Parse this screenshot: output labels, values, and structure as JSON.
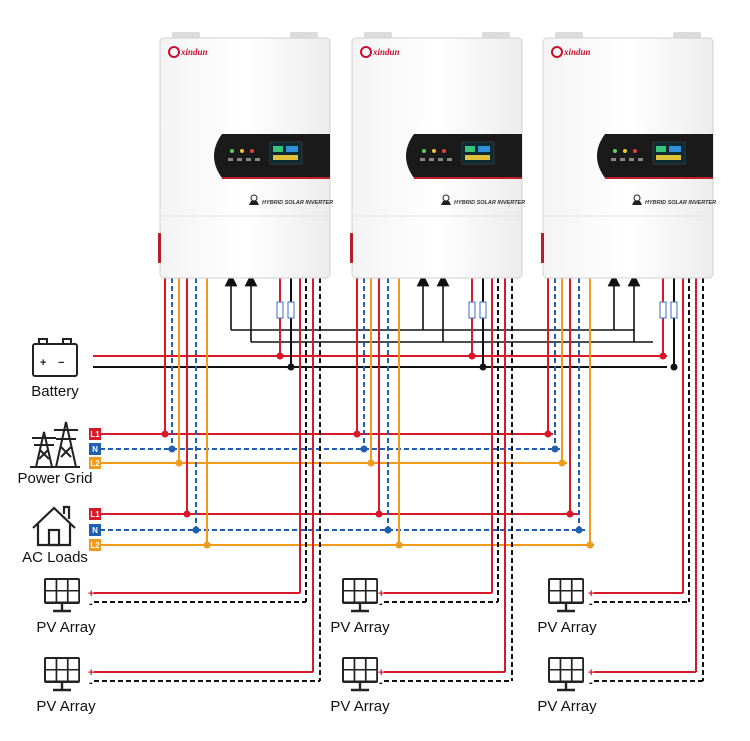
{
  "inverter": {
    "brand": "xindun",
    "model_text": "HYBRID SOLAR INVERTER",
    "count": 3
  },
  "sources": {
    "battery": {
      "label": "Battery",
      "icon": "battery-icon"
    },
    "grid": {
      "label": "Power Grid",
      "icon": "power-tower-icon"
    },
    "loads": {
      "label": "AC Loads",
      "icon": "house-icon"
    },
    "pv_label": "PV Array",
    "pv_icon": "solar-panel-icon"
  },
  "line_tags": {
    "l1": "L1",
    "n": "N",
    "l2": "L2"
  },
  "battery_terminals": {
    "plus": "+",
    "minus": "−"
  },
  "pv_polarity": {
    "plus": "+",
    "minus": "-"
  },
  "colors": {
    "l1": "#d7192a",
    "neutral": "#1f5fb3",
    "l2": "#f29a1a",
    "dc_negative": "#111111",
    "brand": "#c8102e"
  }
}
